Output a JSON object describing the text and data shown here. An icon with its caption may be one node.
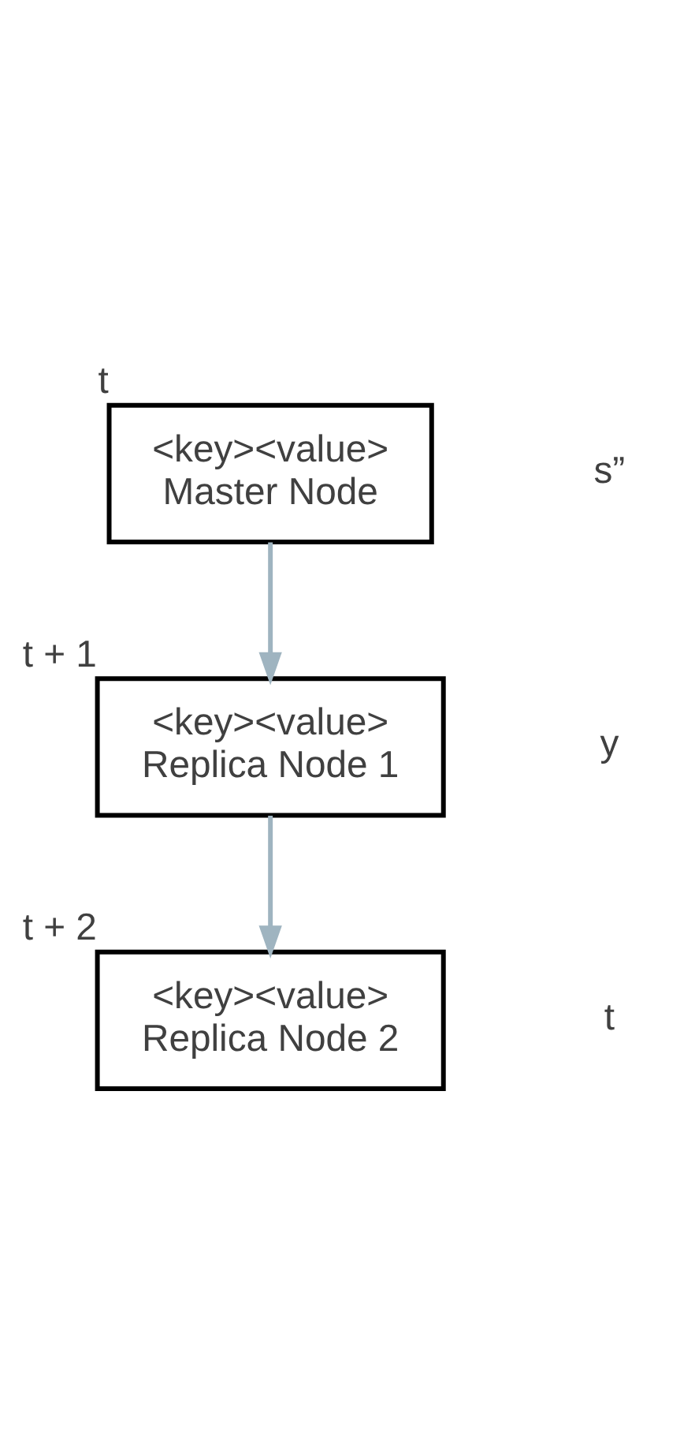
{
  "diagram": {
    "nodes": [
      {
        "text": [
          "<key><value>",
          "Master Node"
        ],
        "beside": [
          "t"
        ]
      },
      {
        "text": [
          "<key><value>",
          "Replica Node 1"
        ],
        "beside": [
          "t + 1"
        ]
      },
      {
        "text": [
          "<key><value>",
          "Replica Node 2"
        ],
        "beside": [
          "t + 2"
        ]
      }
    ],
    "edges": [
      {
        "from": 0,
        "to": 1,
        "arrow": "to"
      },
      {
        "from": 1,
        "to": 2,
        "arrow": "to"
      }
    ],
    "labels": [
      "s”",
      "y",
      "t"
    ]
  }
}
